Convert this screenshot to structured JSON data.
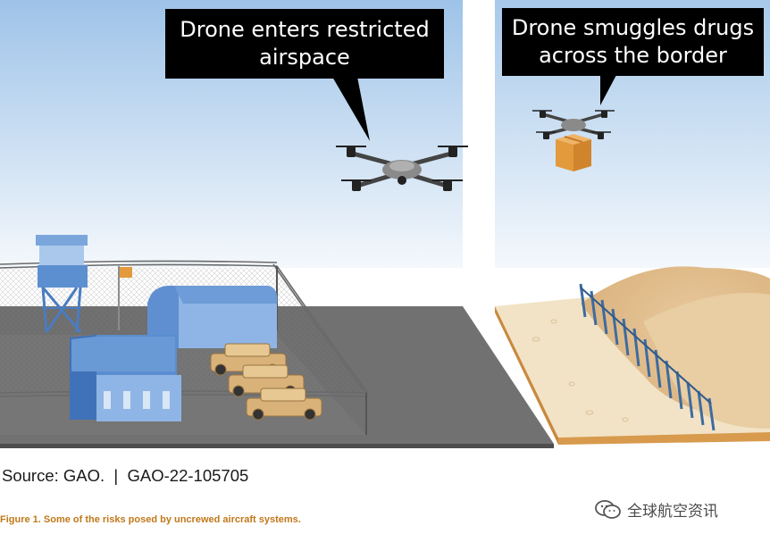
{
  "callouts": {
    "left_text": "Drone enters restricted airspace",
    "right_text": "Drone smuggles drugs across the border"
  },
  "source_line": "Source: GAO.  |  GAO-22-105705",
  "caption": "Figure 1. Some of the risks posed by uncrewed aircraft systems.",
  "watermark": {
    "text": "全球航空资讯",
    "icon": "wechat-icon"
  },
  "colors": {
    "sky_top": "#9ec3e8",
    "sky_bottom": "#f2f7fc",
    "ground": "#6f6f6f",
    "building_blue": "#4f86cf",
    "vehicle_tan": "#d9b27a",
    "sand": "#e8c79a",
    "fence_blue": "#3e6ba0",
    "caption_orange": "#c0781a"
  }
}
